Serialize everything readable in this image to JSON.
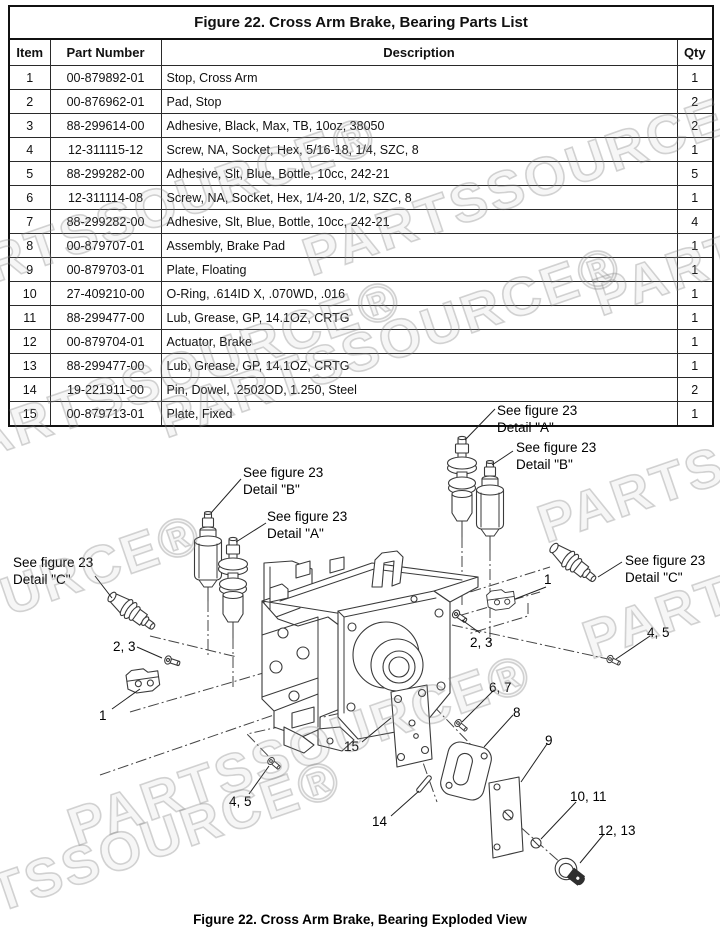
{
  "parts_table": {
    "title": "Figure 22.  Cross Arm Brake, Bearing Parts List",
    "columns": [
      "Item",
      "Part Number",
      "Description",
      "Qty"
    ],
    "rows": [
      {
        "item": "1",
        "part_number": "00-879892-01",
        "description": "Stop, Cross Arm",
        "qty": "1"
      },
      {
        "item": "2",
        "part_number": "00-876962-01",
        "description": "Pad, Stop",
        "qty": "2"
      },
      {
        "item": "3",
        "part_number": "88-299614-00",
        "description": "Adhesive, Black, Max, TB, 10oz, 38050",
        "qty": "2"
      },
      {
        "item": "4",
        "part_number": "12-311115-12",
        "description": "Screw, NA, Socket, Hex, 5/16-18, 1/4, SZC, 8",
        "qty": "1"
      },
      {
        "item": "5",
        "part_number": "88-299282-00",
        "description": "Adhesive, Slt, Blue, Bottle, 10cc, 242-21",
        "qty": "5"
      },
      {
        "item": "6",
        "part_number": "12-311114-08",
        "description": "Screw, NA, Socket, Hex, 1/4-20, 1/2, SZC, 8",
        "qty": "1"
      },
      {
        "item": "7",
        "part_number": "88-299282-00",
        "description": "Adhesive, Slt, Blue, Bottle, 10cc, 242-21",
        "qty": "4"
      },
      {
        "item": "8",
        "part_number": "00-879707-01",
        "description": "Assembly, Brake Pad",
        "qty": "1"
      },
      {
        "item": "9",
        "part_number": "00-879703-01",
        "description": "Plate, Floating",
        "qty": "1"
      },
      {
        "item": "10",
        "part_number": "27-409210-00",
        "description": "O-Ring, .614ID X, .070WD, .016",
        "qty": "1"
      },
      {
        "item": "11",
        "part_number": "88-299477-00",
        "description": "Lub, Grease, GP, 14.1OZ, CRTG",
        "qty": "1"
      },
      {
        "item": "12",
        "part_number": "00-879704-01",
        "description": "Actuator, Brake",
        "qty": "1"
      },
      {
        "item": "13",
        "part_number": "88-299477-00",
        "description": "Lub, Grease, GP, 14.1OZ, CRTG",
        "qty": "1"
      },
      {
        "item": "14",
        "part_number": "19-221911-00",
        "description": "Pin, Dowel, .2502OD, 1.250, Steel",
        "qty": "2"
      },
      {
        "item": "15",
        "part_number": "00-879713-01",
        "description": "Plate, Fixed",
        "qty": "1"
      }
    ]
  },
  "diagram": {
    "caption": "Figure 22.  Cross Arm Brake, Bearing Exploded View",
    "callouts": [
      {
        "id": "see-detail-a-top",
        "text": "See figure 23\nDetail \"A\""
      },
      {
        "id": "see-detail-b-right",
        "text": "See figure 23\nDetail \"B\""
      },
      {
        "id": "see-detail-b-left",
        "text": "See figure 23\nDetail \"B\""
      },
      {
        "id": "see-detail-a-left",
        "text": "See figure 23\nDetail \"A\""
      },
      {
        "id": "see-detail-c-left",
        "text": "See figure 23\nDetail \"C\""
      },
      {
        "id": "see-detail-c-right",
        "text": "See figure 23\nDetail \"C\""
      },
      {
        "id": "item-1-right",
        "text": "1"
      },
      {
        "id": "items-2-3-right",
        "text": "2, 3"
      },
      {
        "id": "items-4-5-right",
        "text": "4, 5"
      },
      {
        "id": "items-2-3-left",
        "text": "2, 3"
      },
      {
        "id": "item-1-left",
        "text": "1"
      },
      {
        "id": "items-6-7",
        "text": "6, 7"
      },
      {
        "id": "item-8",
        "text": "8"
      },
      {
        "id": "item-15",
        "text": "15"
      },
      {
        "id": "items-4-5-bottom",
        "text": "4, 5"
      },
      {
        "id": "item-14",
        "text": "14"
      },
      {
        "id": "item-9",
        "text": "9"
      },
      {
        "id": "items-10-11",
        "text": "10, 11"
      },
      {
        "id": "items-12-13",
        "text": "12, 13"
      }
    ]
  },
  "watermark": {
    "text": "PARTSSOURCE®"
  }
}
